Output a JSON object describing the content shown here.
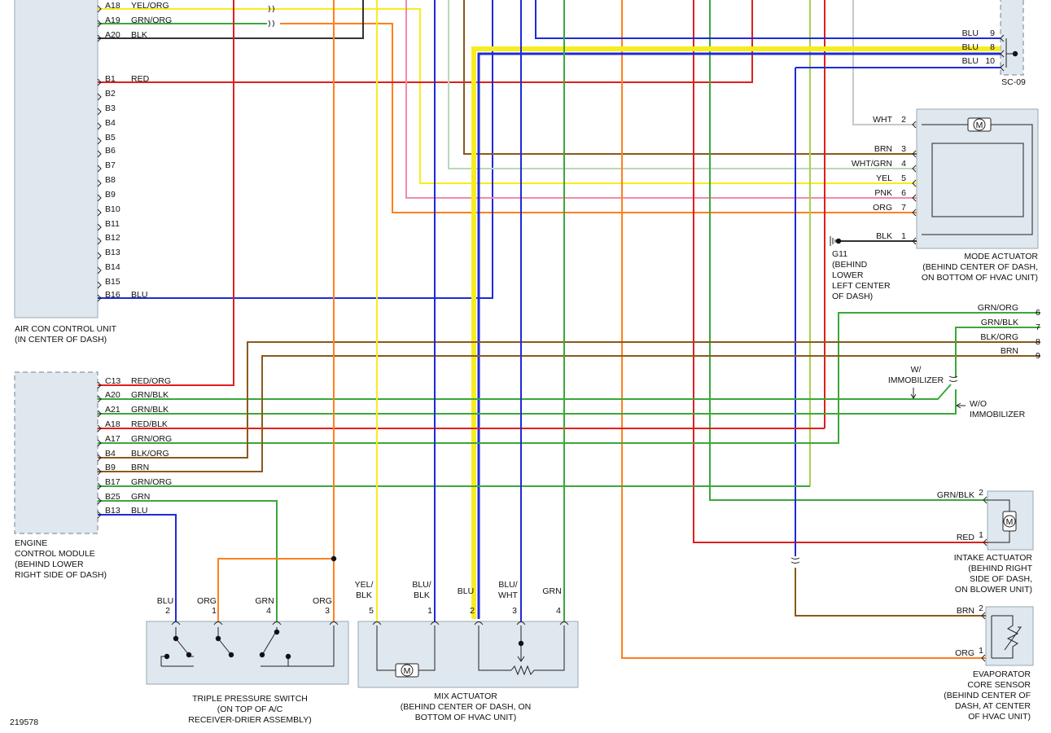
{
  "diagram_id": "219578",
  "colors": {
    "RED": "#e01e1e",
    "ORG": "#ff7f1e",
    "YEL": "#f7ec1f",
    "GRN": "#3aa83a",
    "BLU": "#1f2ad6",
    "BRN": "#8a5a1a",
    "BLK": "#333333",
    "PNK": "#f08ca8",
    "WHT": "#c8c8c8"
  },
  "components": {
    "air_con_control_unit": {
      "label": [
        "AIR CON CONTROL UNIT",
        "(IN CENTER OF DASH)"
      ]
    },
    "engine_control_module": {
      "label": [
        "ENGINE",
        "CONTROL MODULE",
        "(BEHIND LOWER",
        "RIGHT SIDE OF DASH)"
      ]
    },
    "mode_actuator": {
      "label": [
        "MODE ACTUATOR",
        "(BEHIND CENTER OF DASH,",
        "ON BOTTOM OF HVAC UNIT)"
      ]
    },
    "intake_actuator": {
      "label": [
        "INTAKE ACTUATOR",
        "(BEHIND RIGHT",
        "SIDE OF DASH,",
        "ON BLOWER UNIT)"
      ]
    },
    "evaporator_core_sensor": {
      "label": [
        "EVAPORATOR",
        "CORE SENSOR",
        "(BEHIND CENTER OF",
        "DASH, AT CENTER",
        "OF HVAC UNIT)"
      ]
    },
    "triple_pressure_switch": {
      "label": [
        "TRIPLE PRESSURE SWITCH",
        "(ON TOP OF A/C",
        "RECEIVER-DRIER ASSEMBLY)"
      ]
    },
    "mix_actuator": {
      "label": [
        "MIX ACTUATOR",
        "(BEHIND CENTER OF DASH, ON",
        "BOTTOM OF HVAC UNIT)"
      ]
    },
    "sc09": {
      "label": "SC-09"
    },
    "g11": {
      "label": [
        "G11",
        "(BEHIND",
        "LOWER",
        "LEFT CENTER",
        "OF DASH)"
      ]
    },
    "immobilizer_w": {
      "label": [
        "W/",
        "IMMOBILIZER"
      ]
    },
    "immobilizer_wo": {
      "label": [
        "W/O",
        "IMMOBILIZER"
      ]
    }
  },
  "accu_pins": [
    {
      "pin": "A18",
      "wire": "YEL/ORG"
    },
    {
      "pin": "A19",
      "wire": "GRN/ORG"
    },
    {
      "pin": "A20",
      "wire": "BLK"
    },
    {
      "pin": "B1",
      "wire": "RED"
    },
    {
      "pin": "B2",
      "wire": ""
    },
    {
      "pin": "B3",
      "wire": ""
    },
    {
      "pin": "B4",
      "wire": ""
    },
    {
      "pin": "B5",
      "wire": ""
    },
    {
      "pin": "B6",
      "wire": ""
    },
    {
      "pin": "B7",
      "wire": ""
    },
    {
      "pin": "B8",
      "wire": ""
    },
    {
      "pin": "B9",
      "wire": ""
    },
    {
      "pin": "B10",
      "wire": ""
    },
    {
      "pin": "B11",
      "wire": ""
    },
    {
      "pin": "B12",
      "wire": ""
    },
    {
      "pin": "B13",
      "wire": ""
    },
    {
      "pin": "B14",
      "wire": ""
    },
    {
      "pin": "B15",
      "wire": ""
    },
    {
      "pin": "B16",
      "wire": "BLU"
    }
  ],
  "ecm_pins": [
    {
      "pin": "C13",
      "wire": "RED/ORG"
    },
    {
      "pin": "A20",
      "wire": "GRN/BLK"
    },
    {
      "pin": "A21",
      "wire": "GRN/BLK"
    },
    {
      "pin": "A18",
      "wire": "RED/BLK"
    },
    {
      "pin": "A17",
      "wire": "GRN/ORG"
    },
    {
      "pin": "B4",
      "wire": "BLK/ORG"
    },
    {
      "pin": "B9",
      "wire": "BRN"
    },
    {
      "pin": "B17",
      "wire": "GRN/ORG"
    },
    {
      "pin": "B25",
      "wire": "GRN"
    },
    {
      "pin": "B13",
      "wire": "BLU"
    }
  ],
  "mode_pins": [
    {
      "pin": "2",
      "wire": "WHT"
    },
    {
      "pin": "3",
      "wire": "BRN"
    },
    {
      "pin": "4",
      "wire": "WHT/GRN"
    },
    {
      "pin": "5",
      "wire": "YEL"
    },
    {
      "pin": "6",
      "wire": "PNK"
    },
    {
      "pin": "7",
      "wire": "ORG"
    },
    {
      "pin": "1",
      "wire": "BLK"
    }
  ],
  "sc09_pins": [
    {
      "pin": "9",
      "wire": "BLU"
    },
    {
      "pin": "8",
      "wire": "BLU"
    },
    {
      "pin": "10",
      "wire": "BLU"
    }
  ],
  "right_edge_wires": [
    {
      "pin": "6",
      "wire": "GRN/ORG"
    },
    {
      "pin": "7",
      "wire": "GRN/BLK"
    },
    {
      "pin": "8",
      "wire": "BLK/ORG"
    },
    {
      "pin": "9",
      "wire": "BRN"
    }
  ],
  "intake_pins": [
    {
      "pin": "2",
      "wire": "GRN/BLK"
    },
    {
      "pin": "1",
      "wire": "RED"
    }
  ],
  "evap_pins": [
    {
      "pin": "2",
      "wire": "BRN"
    },
    {
      "pin": "1",
      "wire": "ORG"
    }
  ],
  "tps_pins": [
    {
      "pin": "2",
      "wire": "BLU"
    },
    {
      "pin": "1",
      "wire": "ORG"
    },
    {
      "pin": "4",
      "wire": "GRN"
    },
    {
      "pin": "3",
      "wire": "ORG"
    }
  ],
  "mix_pins": [
    {
      "pin": "5",
      "wire": [
        "YEL/",
        "BLK"
      ]
    },
    {
      "pin": "1",
      "wire": [
        "BLU/",
        "BLK"
      ]
    },
    {
      "pin": "2",
      "wire": [
        "BLU"
      ]
    },
    {
      "pin": "3",
      "wire": [
        "BLU/",
        "WHT"
      ]
    },
    {
      "pin": "4",
      "wire": [
        "GRN"
      ]
    }
  ],
  "motor_symbol": "M"
}
